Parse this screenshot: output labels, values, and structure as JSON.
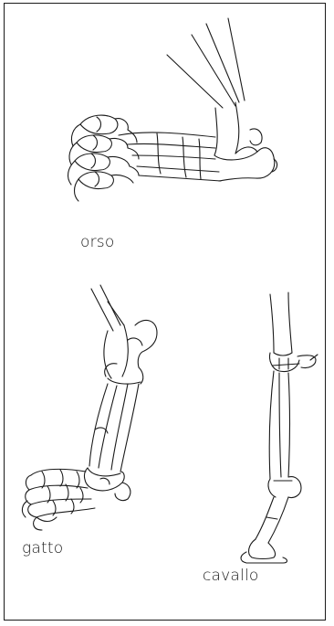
{
  "figure": {
    "labels": {
      "bear": "orso",
      "cat": "gatto",
      "horse": "cavallo"
    },
    "line_color": "#1a1a1a",
    "background_color": "#ffffff"
  }
}
